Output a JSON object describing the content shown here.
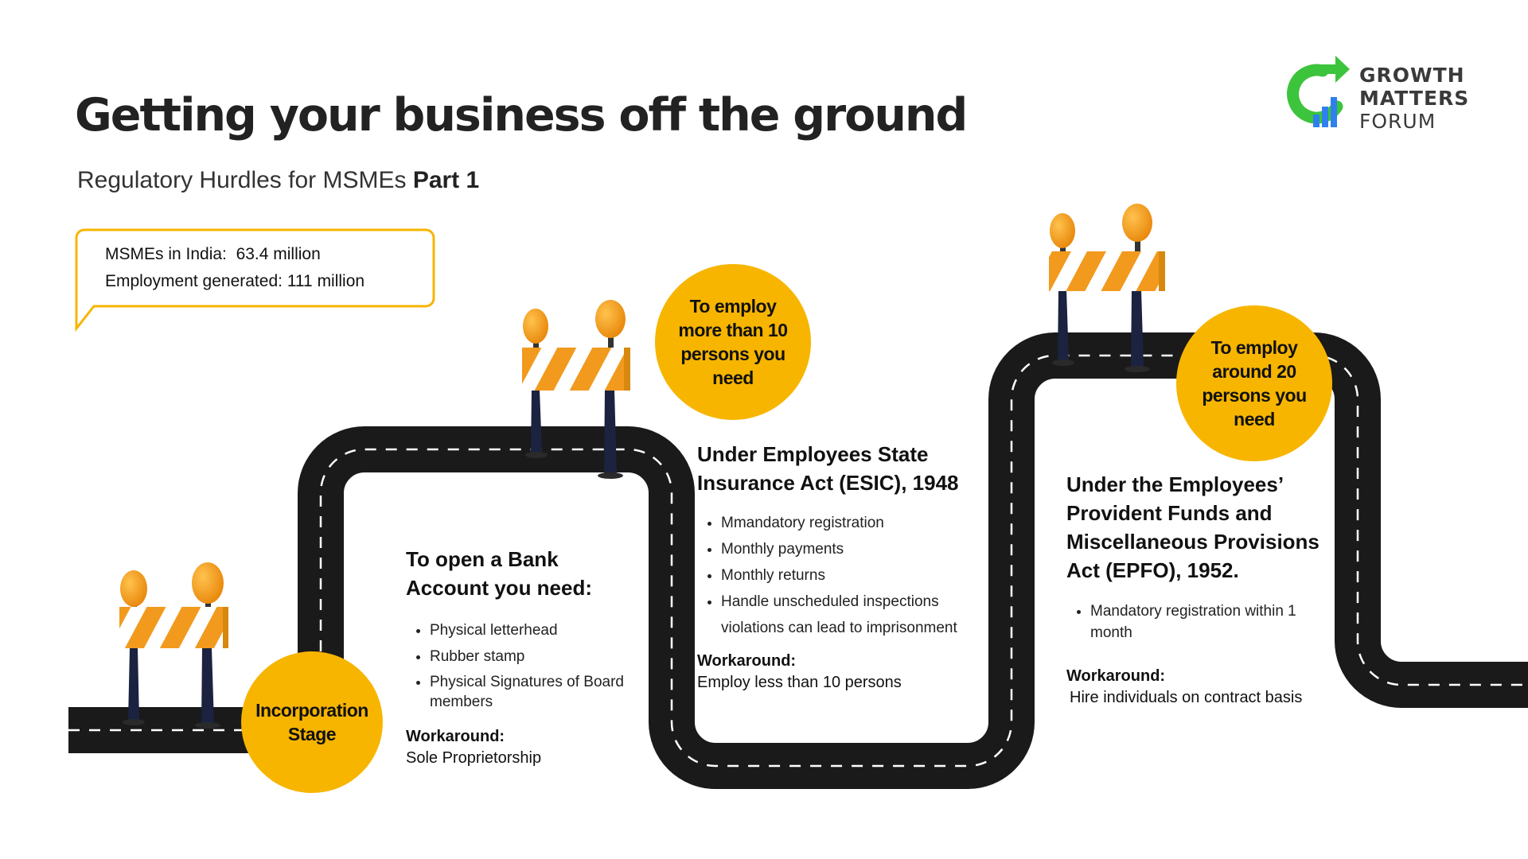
{
  "title": "Getting your business off the ground",
  "subtitle": {
    "main": "Regulatory Hurdles for MSMEs",
    "bold": "Part 1"
  },
  "logo": {
    "line1": "GROWTH",
    "line2": "MATTERS",
    "line3": "FORUM",
    "icon": "growth-arrow-bar-chart-icon",
    "colors": {
      "green": "#3cc43c",
      "blue": "#2f80ed"
    }
  },
  "stats": {
    "msme_label": "MSMEs in India:",
    "msme_value": "63.4 million",
    "employment_label": "Employment generated:",
    "employment_value": "111 million"
  },
  "stages": [
    {
      "circle": "Incorporation Stage"
    },
    {
      "heading": "To open a Bank Account you need:",
      "bullets": [
        "Physical letterhead",
        "Rubber stamp",
        "Physical Signatures of Board members"
      ],
      "workaround_label": "Workaround:",
      "workaround_text": "Sole Proprietorship"
    },
    {
      "circle": "To employ more than 10 persons you need",
      "heading": "Under Employees State Insurance Act (ESIC), 1948",
      "bullets": [
        "Mmandatory registration",
        "Monthly payments",
        "Monthly returns",
        "Handle unscheduled inspections violations can lead to imprisonment"
      ],
      "workaround_label": "Workaround:",
      "workaround_text": "Employ less than 10 persons"
    },
    {
      "circle": "To employ around 20 persons you need",
      "heading": "Under the Employees’ Provident Funds and Miscellaneous Provisions Act (EPFO), 1952.",
      "bullets": [
        "Mandatory registration within 1 month"
      ],
      "workaround_label": "Workaround:",
      "workaround_text": "Hire individuals on contract basis"
    }
  ],
  "colors": {
    "accent": "#f7b500",
    "road": "#1a1a1a",
    "barrier_stripe": "#f29a1e",
    "lamp": "#f4a41b",
    "pole": "#1b2340"
  }
}
